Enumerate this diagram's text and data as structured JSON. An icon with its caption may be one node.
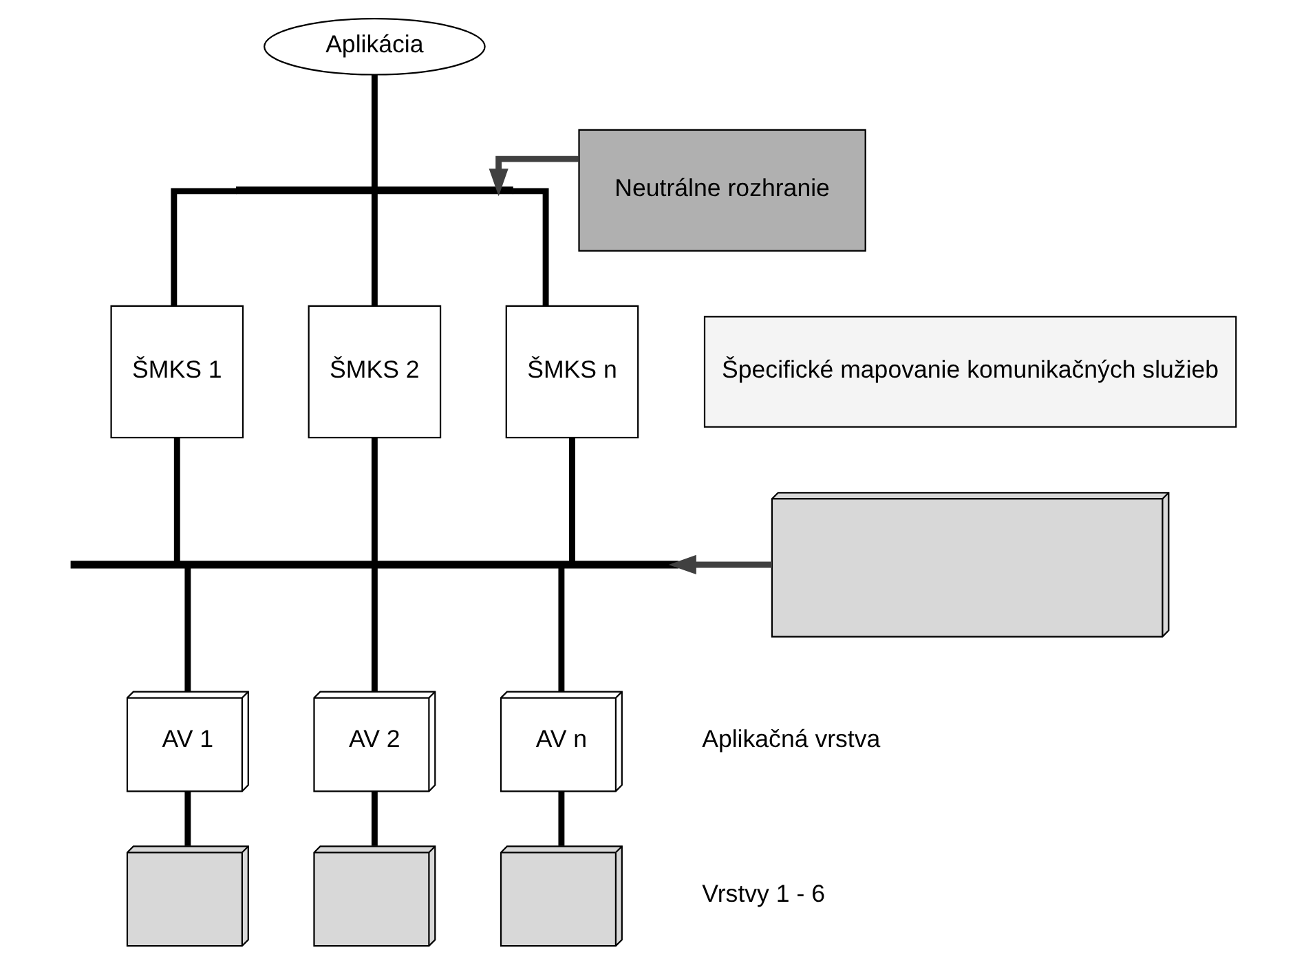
{
  "diagram": {
    "nodes": [
      {
        "text": [
          "Aplikácia"
        ]
      },
      {
        "text": [
          "Neutrálne rozhranie"
        ]
      },
      {
        "text": [],
        "shape": "bar"
      },
      {
        "text": [
          "ŠMKS 1"
        ]
      },
      {
        "text": [
          "ŠMKS 2"
        ]
      },
      {
        "text": [
          "ŠMKS n"
        ]
      },
      {
        "text": [
          "Špecifické mapovanie komunikačných služieb"
        ]
      },
      {
        "text": [],
        "shape": "box"
      },
      {
        "text": [],
        "shape": "bar"
      },
      {
        "text": [
          "AV 1"
        ]
      },
      {
        "text": [
          "AV 2"
        ]
      },
      {
        "text": [
          "AV n"
        ]
      },
      {
        "text": [],
        "shape": "box"
      },
      {
        "text": [],
        "shape": "box"
      },
      {
        "text": [],
        "shape": "box"
      }
    ],
    "edges": [
      {
        "from": 0,
        "to": 2,
        "arrow": "none"
      },
      {
        "from": 1,
        "to": 2,
        "arrow": "to",
        "color": "#404040"
      },
      {
        "from": 2,
        "to": 3,
        "arrow": "none"
      },
      {
        "from": 2,
        "to": 4,
        "arrow": "none"
      },
      {
        "from": 2,
        "to": 5,
        "arrow": "none"
      },
      {
        "from": 3,
        "to": 8,
        "arrow": "none"
      },
      {
        "from": 4,
        "to": 8,
        "arrow": "none"
      },
      {
        "from": 5,
        "to": 8,
        "arrow": "none"
      },
      {
        "from": 7,
        "to": 8,
        "arrow": "to",
        "color": "#404040"
      },
      {
        "from": 8,
        "to": 9,
        "arrow": "none"
      },
      {
        "from": 8,
        "to": 10,
        "arrow": "none"
      },
      {
        "from": 8,
        "to": 11,
        "arrow": "none"
      },
      {
        "from": 9,
        "to": 12,
        "arrow": "none"
      },
      {
        "from": 10,
        "to": 13,
        "arrow": "none"
      },
      {
        "from": 11,
        "to": 14,
        "arrow": "none"
      }
    ],
    "labels": [
      "Aplikačná vrstva",
      "Vrstvy 1 - 6"
    ]
  }
}
